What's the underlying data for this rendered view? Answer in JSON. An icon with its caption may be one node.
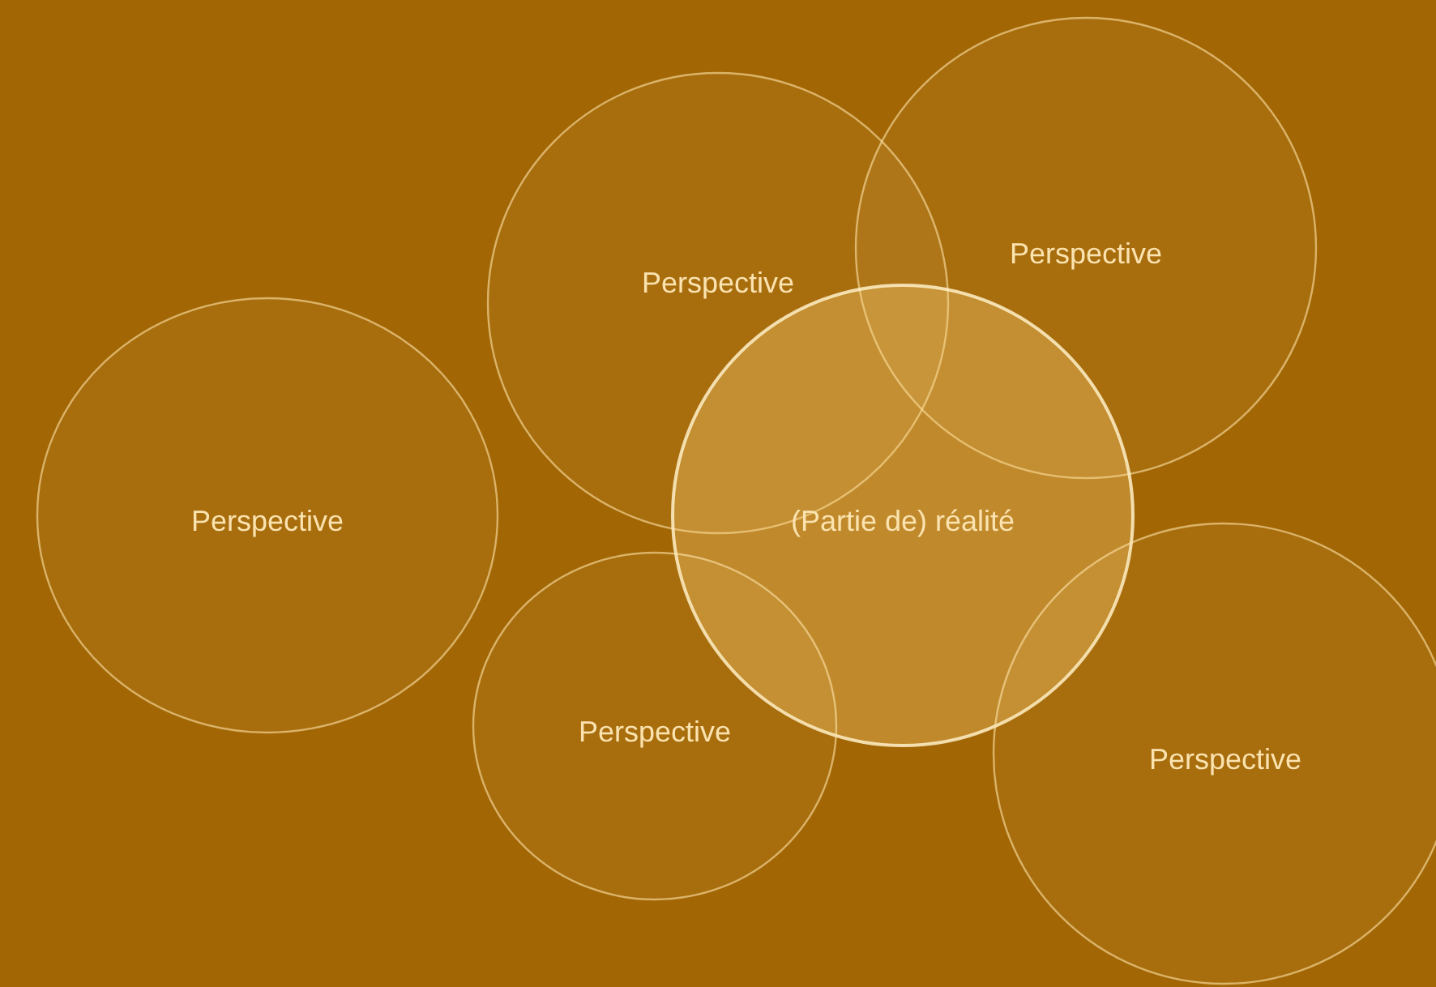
{
  "diagram": {
    "nodes": [
      {
        "text": [
          "Perspective"
        ]
      },
      {
        "text": [
          "Perspective"
        ]
      },
      {
        "text": [
          "Perspective"
        ]
      },
      {
        "text": [
          "(Partie de) réalité"
        ]
      },
      {
        "text": [
          "Perspective"
        ]
      },
      {
        "text": [
          "Perspective"
        ]
      }
    ]
  }
}
